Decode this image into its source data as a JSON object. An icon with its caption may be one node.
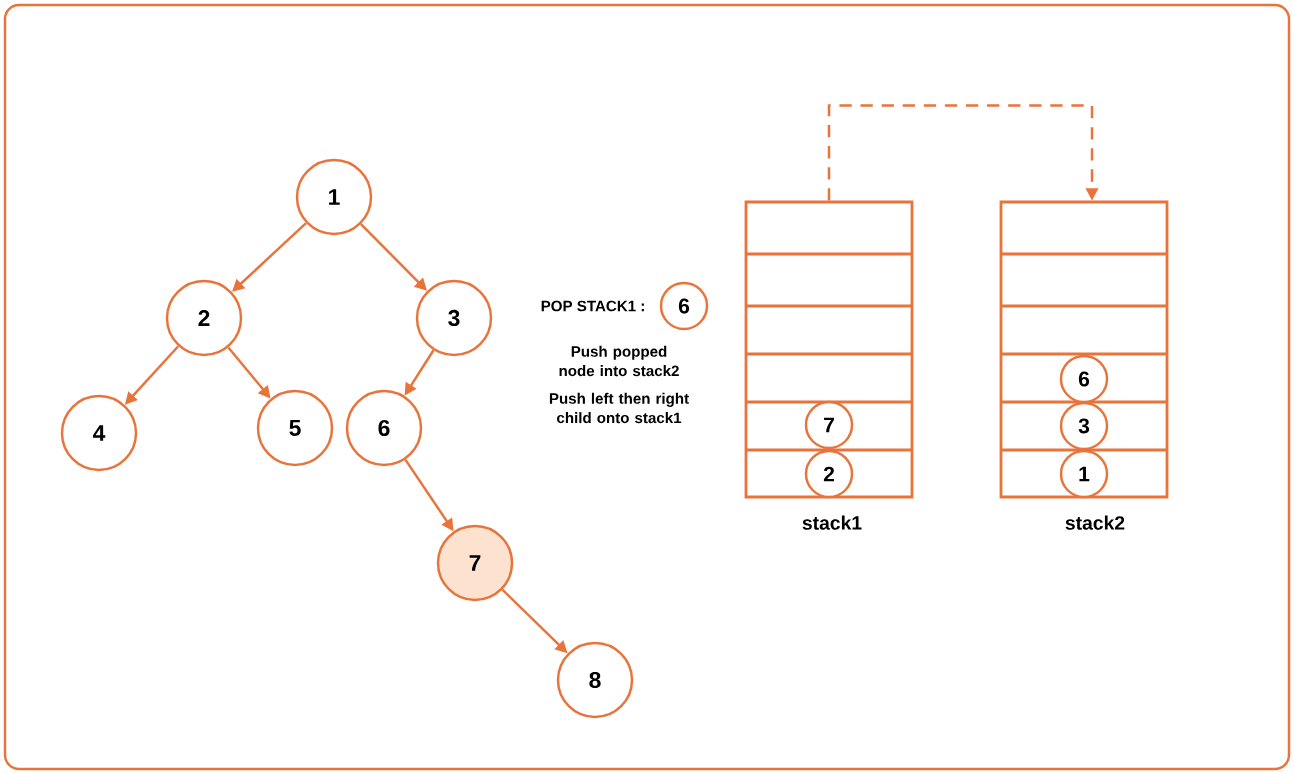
{
  "diagram": {
    "nodes": [
      {
        "text": [
          "1"
        ]
      },
      {
        "text": [
          "2"
        ]
      },
      {
        "text": [
          "3"
        ]
      },
      {
        "text": [
          "4"
        ]
      },
      {
        "text": [
          "5"
        ]
      },
      {
        "text": [
          "6"
        ]
      },
      {
        "text": [
          "7"
        ]
      },
      {
        "text": [
          "8"
        ]
      },
      {
        "text": [
          "6"
        ]
      },
      {
        "text": [],
        "shape": "box",
        "beside": [
          "stack1"
        ]
      },
      {
        "text": [
          "7"
        ],
        "in": 9
      },
      {
        "text": [
          "2"
        ],
        "in": 9
      },
      {
        "text": [],
        "shape": "box",
        "beside": [
          "stack2"
        ]
      },
      {
        "text": [
          "6"
        ],
        "in": 12
      },
      {
        "text": [
          "3"
        ],
        "in": 12
      },
      {
        "text": [
          "1"
        ],
        "in": 12
      }
    ],
    "edges": [
      {
        "from": 0,
        "to": 1,
        "arrow": "to"
      },
      {
        "from": 0,
        "to": 2,
        "arrow": "to"
      },
      {
        "from": 1,
        "to": 3,
        "arrow": "to"
      },
      {
        "from": 1,
        "to": 4,
        "arrow": "to"
      },
      {
        "from": 2,
        "to": 5,
        "arrow": "to"
      },
      {
        "from": 5,
        "to": 6,
        "arrow": "to"
      },
      {
        "from": 6,
        "to": 7,
        "arrow": "to"
      },
      {
        "from": 9,
        "to": 12,
        "arrow": "to",
        "style": "dashed"
      }
    ],
    "labels": [
      "POP STACK1 :",
      "Push popped node into stack2",
      "Push left then right child onto stack1"
    ]
  }
}
